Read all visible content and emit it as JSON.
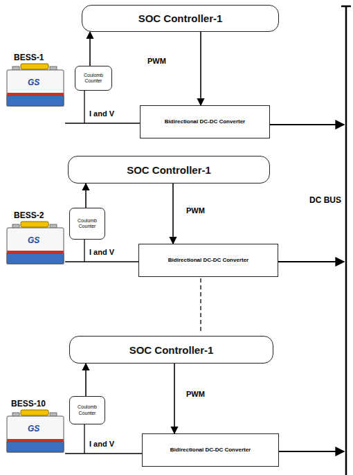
{
  "diagram": {
    "nodes": [
      {
        "text": [
          "SOC Controller-1"
        ]
      },
      {
        "text": [
          "Coulomb Counter"
        ]
      },
      {
        "text": [
          "Bidirectional DC-DC Converter"
        ]
      },
      {
        "text": [
          "SOC Controller-1"
        ]
      },
      {
        "text": [
          "Coulomb Counter"
        ]
      },
      {
        "text": [
          "Bidirectional DC-DC Converter"
        ]
      },
      {
        "text": [
          "SOC Controller-1"
        ]
      },
      {
        "text": [
          "Coulomb Counter"
        ]
      },
      {
        "text": [
          "Bidirectional DC-DC Converter"
        ]
      }
    ],
    "edges": [
      {
        "from": 1,
        "to": 0,
        "arrow": "to"
      },
      {
        "from": 0,
        "to": 2,
        "label": "PWM",
        "arrow": "to"
      },
      {
        "from": 4,
        "to": 3,
        "arrow": "to"
      },
      {
        "from": 3,
        "to": 5,
        "label": "PWM",
        "arrow": "to"
      },
      {
        "from": 7,
        "to": 6,
        "arrow": "to"
      },
      {
        "from": 6,
        "to": 8,
        "label": "PWM",
        "arrow": "to"
      }
    ],
    "labels": [
      "BESS-1",
      "GS",
      "I and V",
      "BESS-2",
      "GS",
      "I and V",
      "BESS-10",
      "GS",
      "I and V",
      "DC BUS"
    ]
  }
}
